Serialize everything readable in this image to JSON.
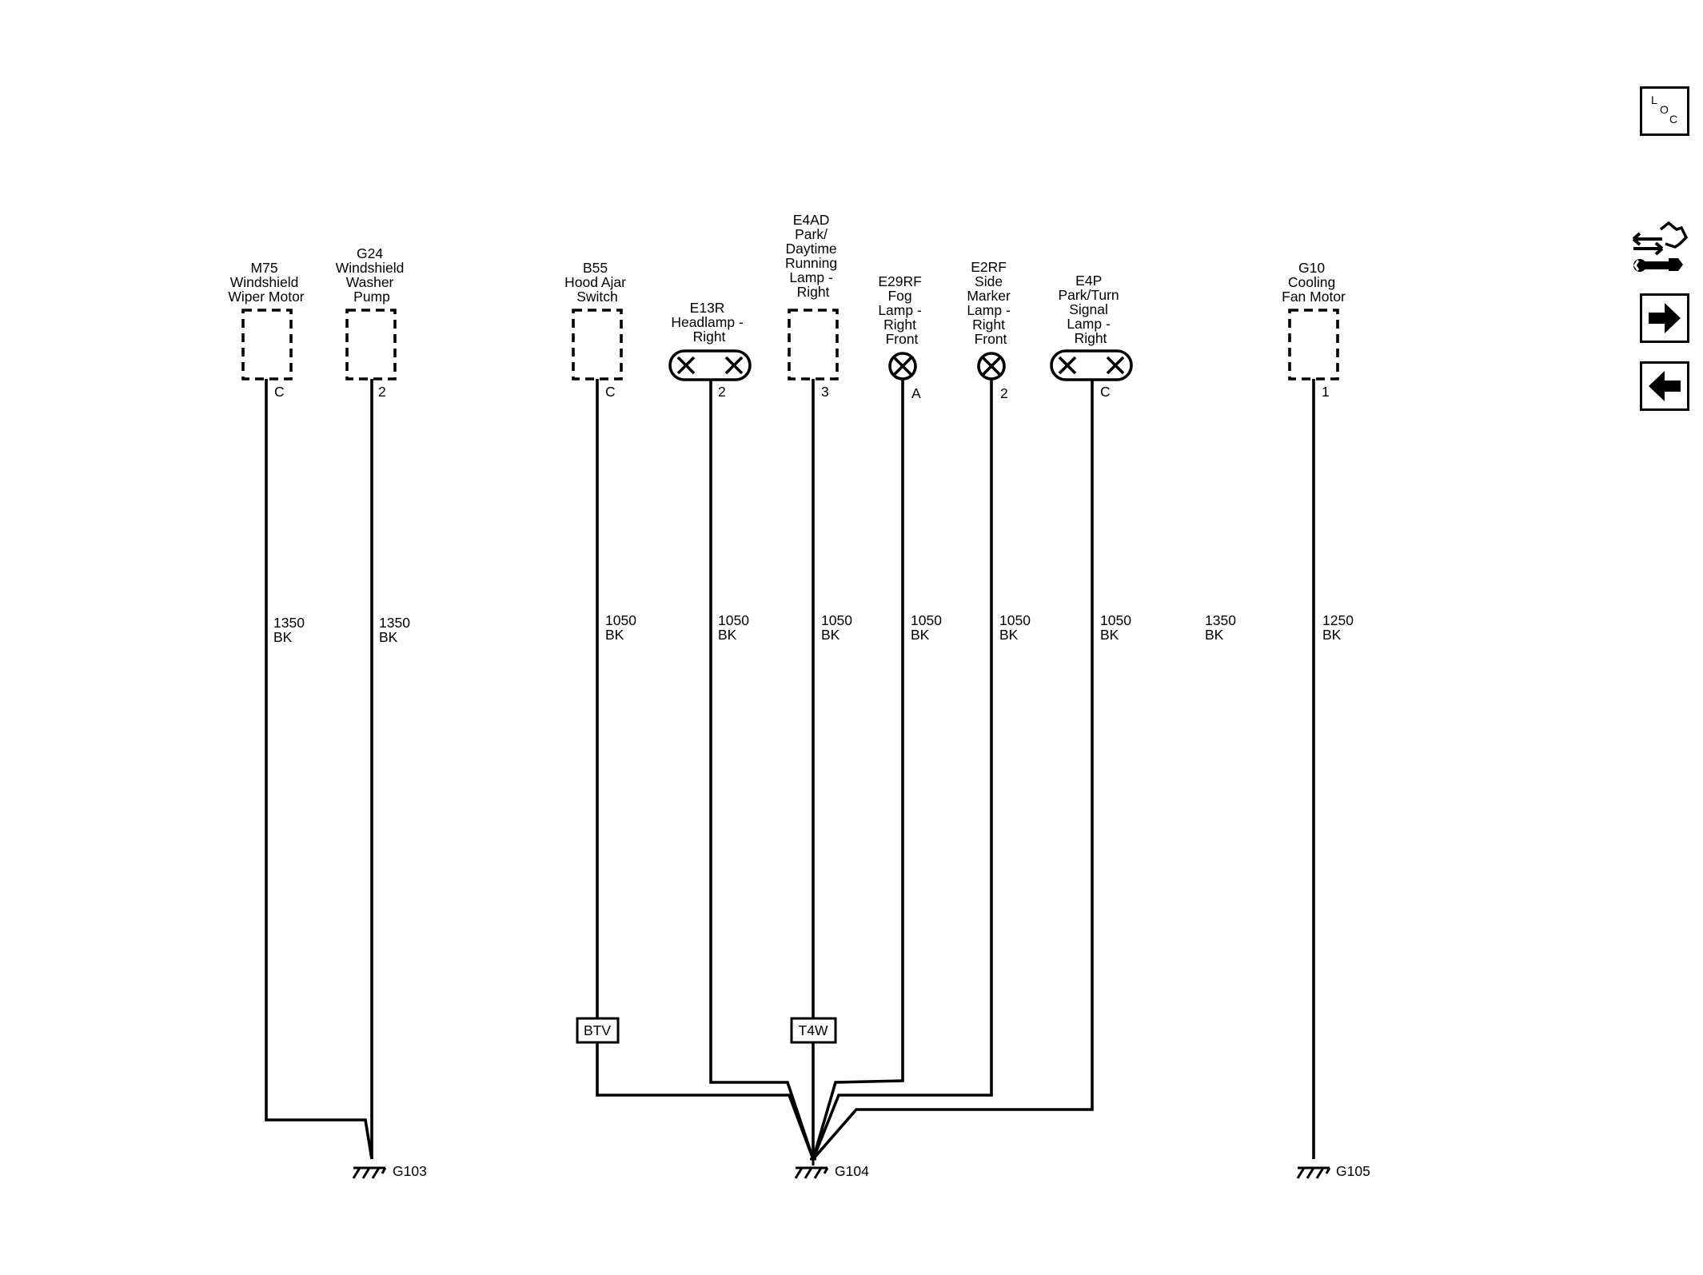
{
  "components": [
    {
      "id": "m75",
      "lines": [
        "M75",
        "Windshield",
        "Wiper Motor"
      ],
      "pin": "C"
    },
    {
      "id": "g24",
      "lines": [
        "G24",
        "Windshield",
        "Washer",
        "Pump"
      ],
      "pin": "2"
    },
    {
      "id": "b55",
      "lines": [
        "B55",
        "Hood Ajar",
        "Switch"
      ],
      "pin": "C"
    },
    {
      "id": "e13r",
      "lines": [
        "E13R",
        "Headlamp -",
        "Right"
      ],
      "pin": "2"
    },
    {
      "id": "e4ad",
      "lines": [
        "E4AD",
        "Park/",
        "Daytime",
        "Running",
        "Lamp -",
        "Right"
      ],
      "pin": "3"
    },
    {
      "id": "e29rf",
      "lines": [
        "E29RF",
        "Fog",
        "Lamp -",
        "Right",
        "Front"
      ],
      "pin": "A"
    },
    {
      "id": "e2rf",
      "lines": [
        "E2RF",
        "Side",
        "Marker",
        "Lamp -",
        "Right",
        "Front"
      ],
      "pin": "2"
    },
    {
      "id": "e4p",
      "lines": [
        "E4P",
        "Park/Turn",
        "Signal",
        "Lamp -",
        "Right"
      ],
      "pin": "C"
    },
    {
      "id": "g10",
      "lines": [
        "G10",
        "Cooling",
        "Fan Motor"
      ],
      "pin": "1"
    }
  ],
  "wires": [
    {
      "size": "1350",
      "color": "BK"
    },
    {
      "size": "1350",
      "color": "BK"
    },
    {
      "size": "1050",
      "color": "BK"
    },
    {
      "size": "1050",
      "color": "BK"
    },
    {
      "size": "1050",
      "color": "BK"
    },
    {
      "size": "1050",
      "color": "BK"
    },
    {
      "size": "1050",
      "color": "BK"
    },
    {
      "size": "1050",
      "color": "BK"
    },
    {
      "size": "1350",
      "color": "BK"
    },
    {
      "size": "1250",
      "color": "BK"
    }
  ],
  "inline_connectors": [
    {
      "label": "BTV"
    },
    {
      "label": "T4W"
    }
  ],
  "grounds": [
    {
      "label": "G103"
    },
    {
      "label": "G104"
    },
    {
      "label": "G105"
    }
  ],
  "toolbar": {
    "loc_letters": [
      "L",
      "O",
      "C"
    ],
    "icons": [
      "connector-tool-icon",
      "arrow-right-icon",
      "arrow-left-icon"
    ]
  }
}
